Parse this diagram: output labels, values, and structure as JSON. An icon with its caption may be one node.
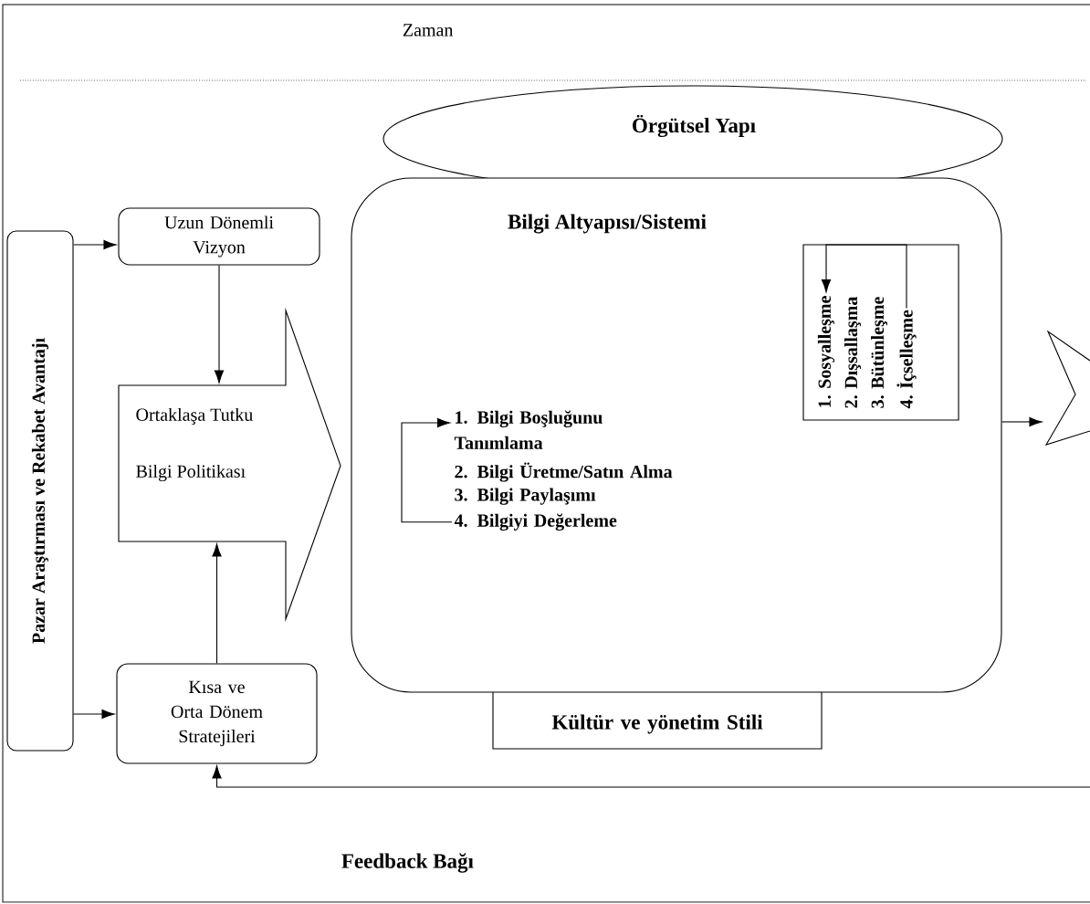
{
  "diagram": {
    "nodes": [
      {
        "text": [
          "Pazar Araştırması ve Rekabet Avantajı"
        ]
      },
      {
        "text": [
          "Uzun Dönemli Vizyon"
        ]
      },
      {
        "text": [
          "Ortaklaşa Tutku",
          "Bilgi Politikası"
        ]
      },
      {
        "text": [
          "Kısa ve Orta Dönem Stratejileri"
        ]
      },
      {
        "text": [
          "Örgütsel Yapı"
        ]
      },
      {
        "text": [
          "Bilgi Altyapısı/Sistemi"
        ]
      },
      {
        "text": [
          "1. Bilgi Boşluğunu Tanımlama"
        ],
        "in": 5
      },
      {
        "text": [
          "2. Bilgi Üretme/Satın Alma"
        ],
        "in": 5
      },
      {
        "text": [
          "3. Bilgi Paylaşımı"
        ],
        "in": 5
      },
      {
        "text": [
          "4. Bilgiyi Değerleme"
        ],
        "in": 5
      },
      {
        "text": [],
        "shape": "box",
        "in": 5
      },
      {
        "text": [
          "1. Sosyalleşme"
        ],
        "in": 10
      },
      {
        "text": [
          "2. Dışsallaşma"
        ],
        "in": 10
      },
      {
        "text": [
          "3. Bütünleşme"
        ],
        "in": 10
      },
      {
        "text": [
          "4. İçselleşme"
        ],
        "in": 10
      },
      {
        "text": [
          "Kültür ve yönetim Stili"
        ]
      },
      {
        "text": [],
        "shape": "zigzag"
      }
    ],
    "edges": [
      {
        "from": 0,
        "to": 1,
        "arrow": "to"
      },
      {
        "from": 0,
        "to": 3,
        "arrow": "to"
      },
      {
        "from": 1,
        "to": 2,
        "arrow": "to"
      },
      {
        "from": 3,
        "to": 2,
        "arrow": "to"
      },
      {
        "from": 9,
        "to": 6,
        "arrow": "to"
      },
      {
        "from": 14,
        "to": 11,
        "arrow": "to"
      },
      {
        "from": 5,
        "to": 16,
        "arrow": "to"
      },
      {
        "from": null,
        "to": 3,
        "arrow": "to"
      }
    ],
    "labels": [
      "Zaman",
      "Feedback Bağı"
    ]
  }
}
